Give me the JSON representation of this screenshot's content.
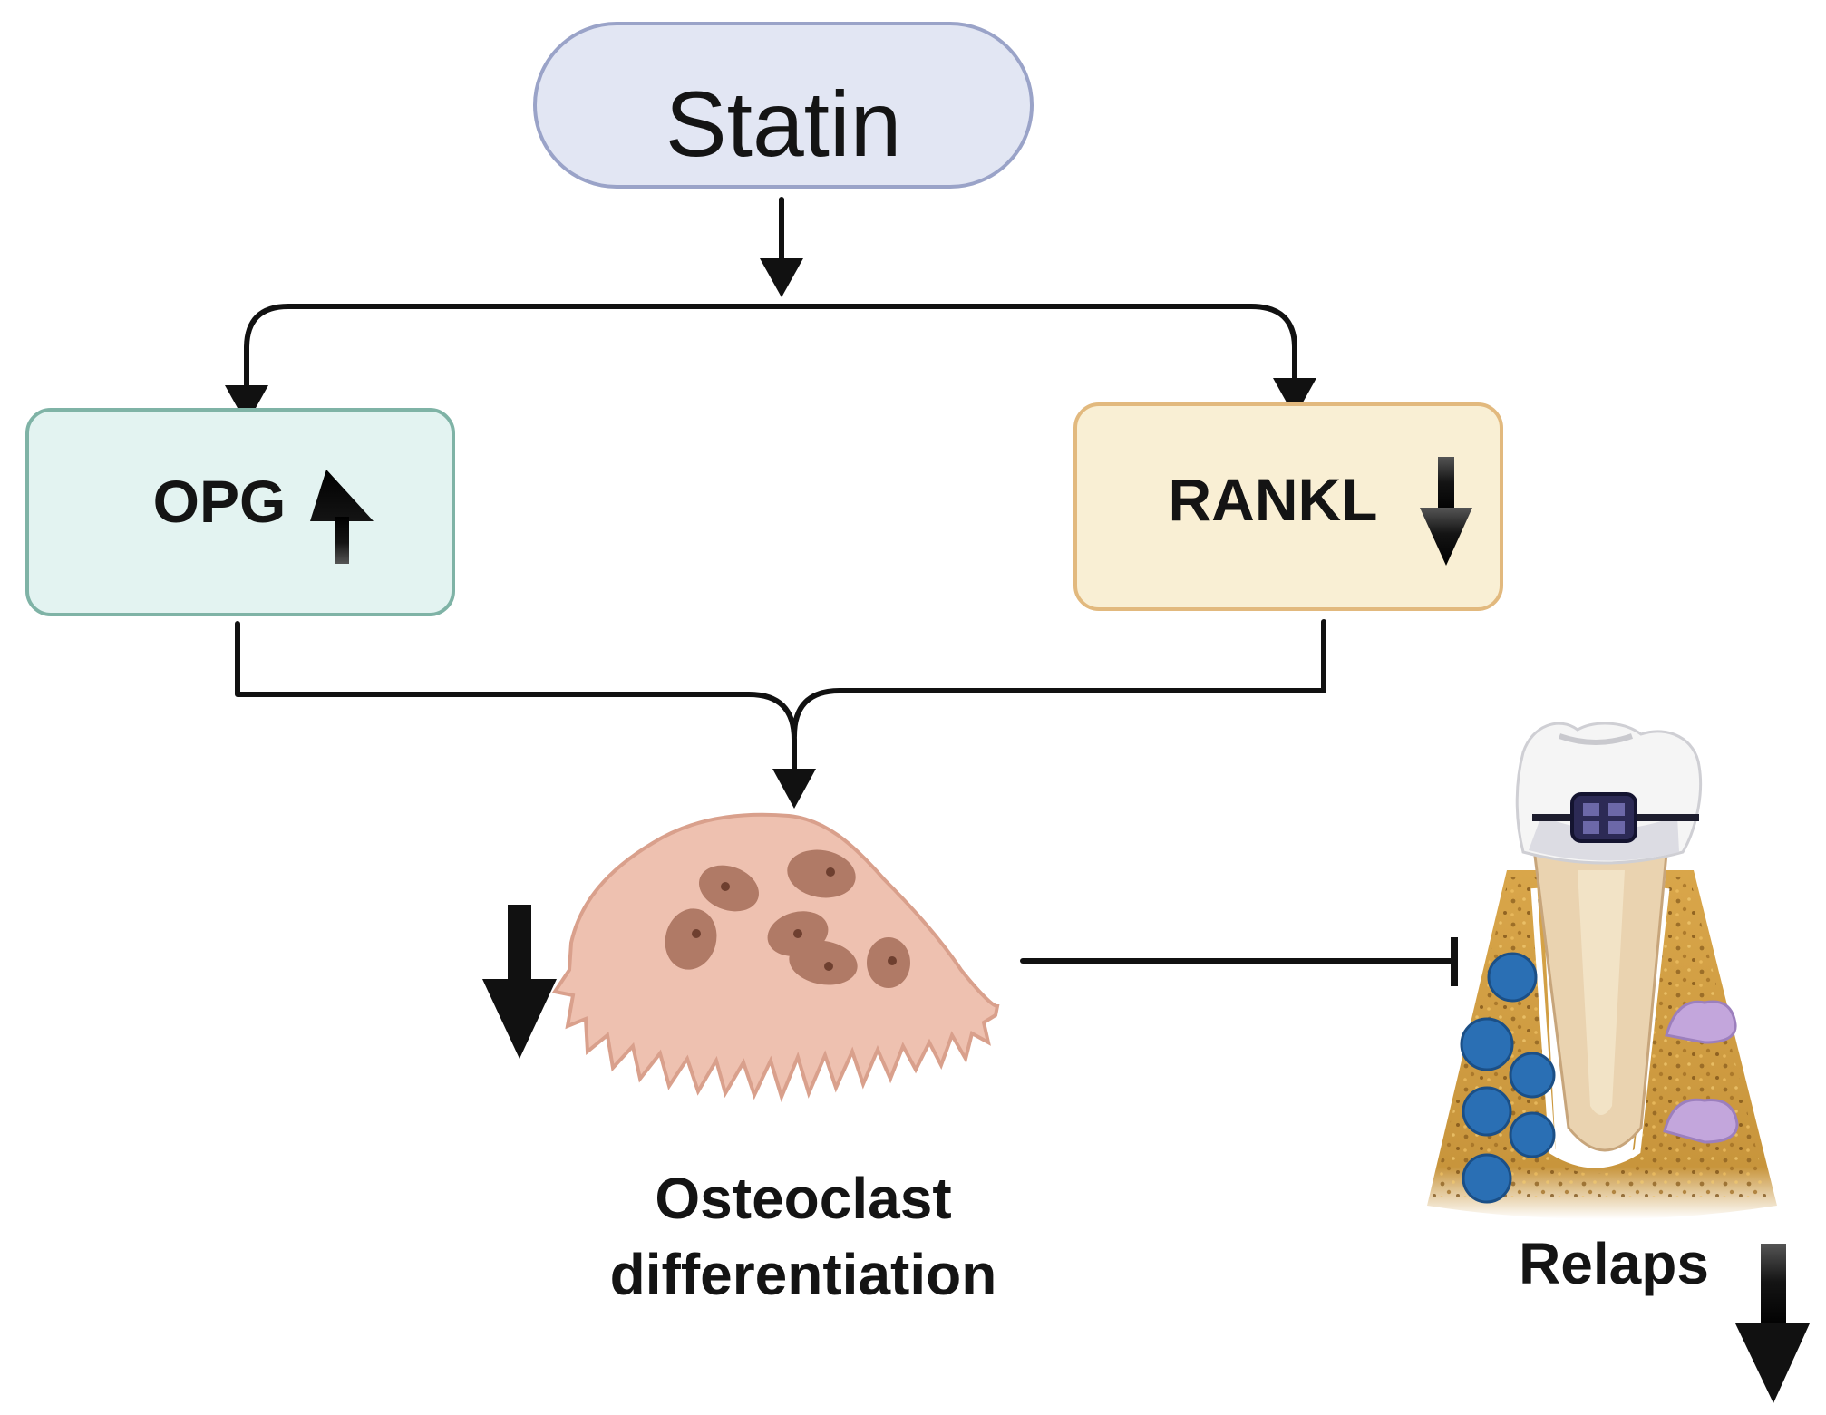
{
  "nodes": {
    "statin": "Statin",
    "opg": "OPG",
    "rankl": "RANKL",
    "osteoclast_line1": "Osteoclast",
    "osteoclast_line2": "differentiation",
    "relaps": "Relaps"
  },
  "indicators": {
    "opg": "up",
    "rankl": "down",
    "osteoclast": "down",
    "relaps": "down"
  },
  "colors": {
    "statin_fill": "#e2e6f3",
    "statin_border": "#9aa3c8",
    "opg_fill": "#e3f3f1",
    "opg_border": "#7fb3a6",
    "rankl_fill": "#f9efd4",
    "rankl_border": "#e2b97e",
    "osteoclast_fill": "#eec1b0",
    "osteoclast_nucleus": "#b07a66",
    "bone": "#c89a3e",
    "cell_blue": "#2a6fb4",
    "cell_purple": "#c3a6dc"
  }
}
